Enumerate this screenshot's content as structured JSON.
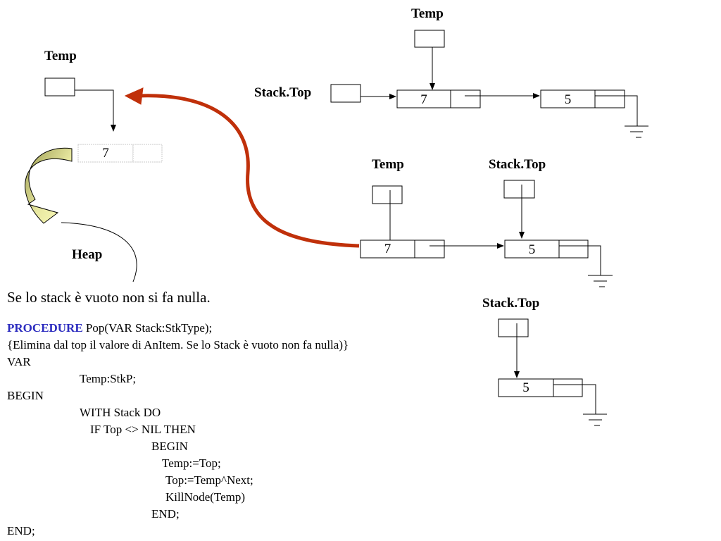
{
  "labels": {
    "temp": "Temp",
    "stack_top": "Stack.Top",
    "heap": "Heap"
  },
  "values": {
    "seven": "7",
    "five": "5"
  },
  "note": "Se lo stack è vuoto non si fa nulla.",
  "code": {
    "keyword": "PROCEDURE",
    "signature": " Pop(VAR Stack:StkType);",
    "lines": [
      "{Elimina dal top il valore di AnItem. Se  lo Stack è vuoto non fa nulla)}",
      "VAR",
      "Temp:StkP;",
      "BEGIN",
      "WITH Stack DO",
      "IF Top <> NIL THEN",
      "BEGIN",
      "Temp:=Top;",
      "Top:=Temp^Next;",
      "KillNode(Temp)",
      "END;",
      "END;"
    ]
  },
  "colors": {
    "big_arrow": "#c0300a",
    "keyword": "#2b2bbf",
    "heap_arrow_dark": "#9a9a50",
    "heap_arrow_light": "#ffffc0"
  }
}
